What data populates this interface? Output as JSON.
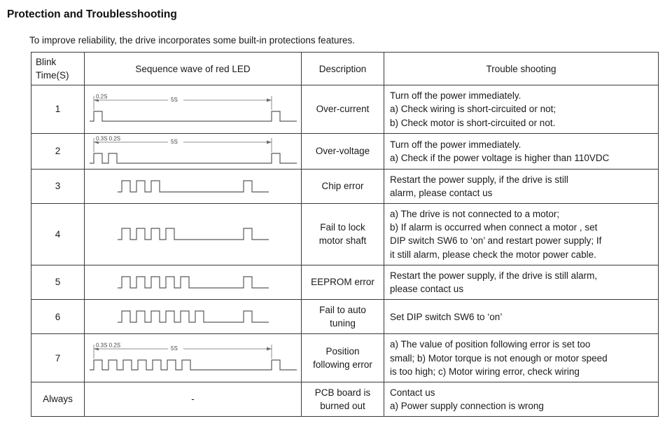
{
  "title": "Protection and Troublesshooting",
  "intro": "To improve reliability, the drive incorporates some built-in protections features.",
  "table": {
    "headers": {
      "blink": "Blink\nTime(S)",
      "wave": "Sequence wave of red LED",
      "description": "Description",
      "trouble": "Trouble shooting"
    },
    "rows": [
      {
        "blink": "1",
        "wave": {
          "pulses": 1,
          "dimension": true,
          "label_left": "0.2S",
          "label_mid": "5S"
        },
        "description": "Over-current",
        "trouble": "Turn off the power immediately.\na) Check wiring is short-circuited or not;\nb) Check motor is short-circuited or not."
      },
      {
        "blink": "2",
        "wave": {
          "pulses": 2,
          "dimension": true,
          "label_left": "0.3S 0.2S",
          "label_mid": "5S"
        },
        "description": "Over-voltage",
        "trouble": "Turn off the power immediately.\na) Check if the power voltage is higher than 110VDC"
      },
      {
        "blink": "3",
        "wave": {
          "pulses": 3,
          "dimension": false
        },
        "description": "Chip error",
        "trouble": "Restart the power supply, if the drive is still\nalarm, please contact us"
      },
      {
        "blink": "4",
        "wave": {
          "pulses": 4,
          "dimension": false
        },
        "description": "Fail to lock\nmotor shaft",
        "trouble": "a) The drive is not connected to a motor;\nb) If alarm is occurred when connect a motor , set\nDIP switch SW6 to ‘on’ and restart power supply; If\nit still alarm, please check the motor power cable."
      },
      {
        "blink": "5",
        "wave": {
          "pulses": 5,
          "dimension": false
        },
        "description": "EEPROM error",
        "trouble": "Restart the power supply, if the drive is still alarm,\nplease contact us"
      },
      {
        "blink": "6",
        "wave": {
          "pulses": 6,
          "dimension": false
        },
        "description": "Fail to auto\ntuning",
        "trouble": "Set DIP switch SW6 to ‘on’"
      },
      {
        "blink": "7",
        "wave": {
          "pulses": 7,
          "dimension": true,
          "label_left": "0.3S 0.2S",
          "label_mid": "5S"
        },
        "description": "Position\nfollowing error",
        "trouble": "a) The value of position following error is set too\nsmall; b) Motor torque is not enough or motor speed\nis too high; c) Motor wiring error, check wiring"
      },
      {
        "blink": "Always",
        "wave": {
          "dash": "-"
        },
        "description": "PCB board is\nburned out",
        "trouble": "Contact us\na) Power supply connection is wrong"
      }
    ]
  }
}
